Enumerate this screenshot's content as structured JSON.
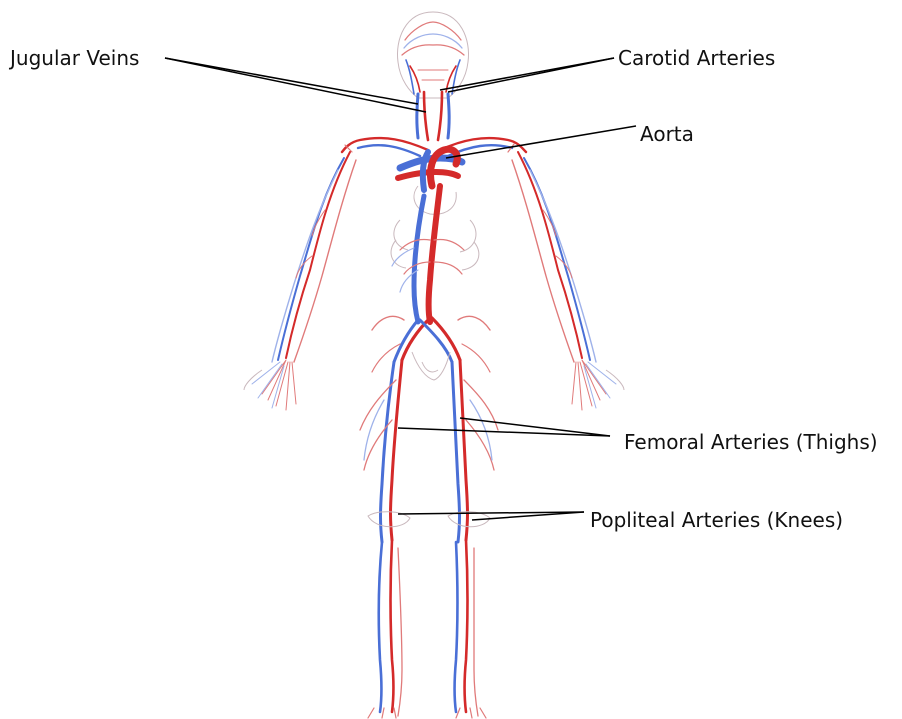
{
  "labels": {
    "jugular_veins": "Jugular Veins",
    "carotid_arteries": "Carotid Arteries",
    "aorta": "Aorta",
    "femoral_arteries": "Femoral Arteries (Thighs)",
    "popliteal_arteries": "Popliteal Arteries (Knees)"
  },
  "colors": {
    "artery": "#d42a2a",
    "vein": "#4a6fd6",
    "leader_line": "#000000",
    "background": "#ffffff"
  }
}
